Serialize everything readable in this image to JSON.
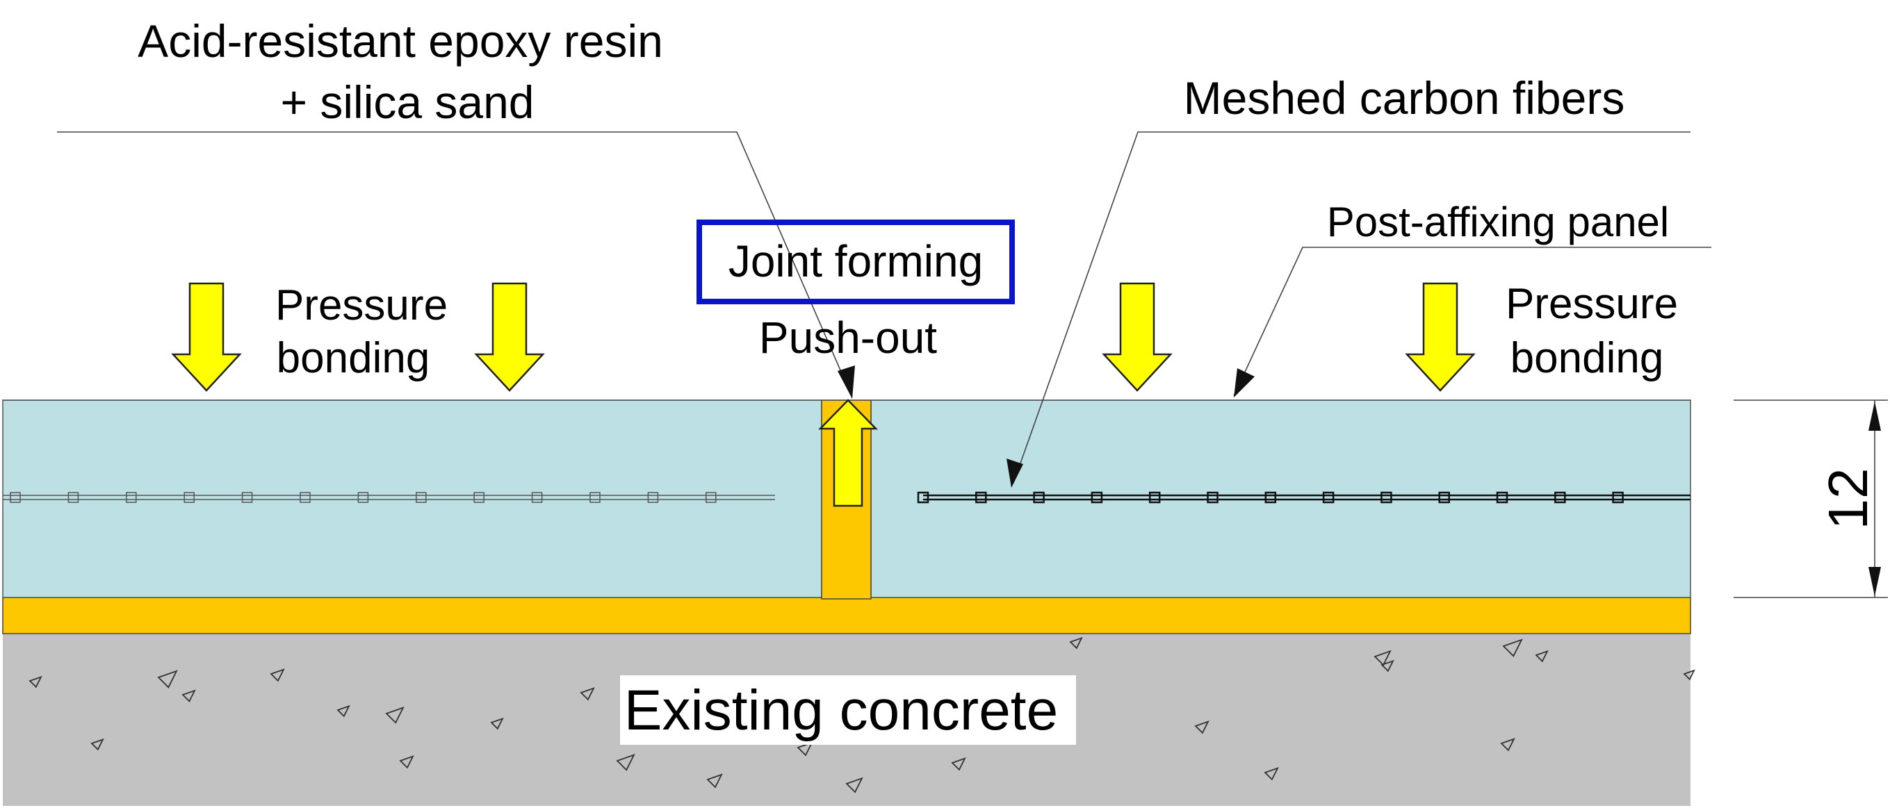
{
  "labels": {
    "resin_line1": "Acid-resistant epoxy resin",
    "resin_line2": "+ silica sand",
    "carbon_fibers": "Meshed carbon fibers",
    "panel": "Post-affixing panel",
    "joint_forming": "Joint forming",
    "push_out": "Push-out",
    "pressure_left_1": "Pressure",
    "pressure_left_2": "bonding",
    "pressure_right_1": "Pressure",
    "pressure_right_2": "bonding",
    "concrete": "Existing concrete",
    "dimension": "12"
  },
  "colors": {
    "panel": "#BCE0E4",
    "resin": "#FDC800",
    "concrete": "#C2C2C2",
    "arrow_fill": "#FFFF00",
    "highlight_box": "#0A14C8"
  },
  "icons": {
    "pressure_arrow": "arrow-down-icon",
    "push_arrow": "arrow-up-icon",
    "aggregate": "triangle-icon"
  }
}
